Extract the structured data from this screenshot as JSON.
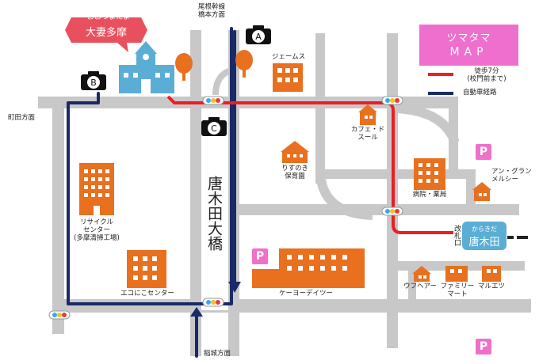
{
  "legend": {
    "title": "ツマタマ",
    "subtitle": "MAP",
    "walk_label": "徒歩7分",
    "walk_sub": "(校門前まで)",
    "car_label": "自動車経路",
    "walk_color": "#ee1c25",
    "car_color": "#1a2a66"
  },
  "school": {
    "line1": "おおつまたま",
    "line2": "大妻多摩"
  },
  "directions": {
    "machida": "町田方面",
    "north_line1": "尾根幹線",
    "north_line2": "橋本方面",
    "inagi": "稲城方面"
  },
  "bridge": "唐木田大橋",
  "buildings": {
    "james": "ジェームス",
    "cafe_line1": "カフェ・ド",
    "cafe_line2": "スール",
    "risunoki_line1": "りすのき",
    "risunoki_line2": "保育園",
    "recycle_line1": "リサイクル",
    "recycle_line2": "センター",
    "recycle_line3": "(多摩清掃工場)",
    "hospital": "病院・薬局",
    "ann_line1": "アン・グラン",
    "ann_line2": "メルシー",
    "ecoeco": "エコにこセンター",
    "keio": "ケーヨーデイツー",
    "uf": "ウフヘアー",
    "familymart_line1": "ファミリー",
    "familymart_line2": "マート",
    "maruetsu": "マルエツ"
  },
  "station": {
    "kana": "からきだ",
    "name": "唐木田",
    "gate": "改札口"
  },
  "cameras": {
    "a": "A",
    "b": "B",
    "c": "C"
  },
  "parking": "P",
  "colors": {
    "road": "#c8c8c8",
    "building": "#e8701f",
    "school": "#5aaed6",
    "bubble": "#e8505e",
    "parking": "#f06fc8",
    "station": "#5aaed6"
  }
}
